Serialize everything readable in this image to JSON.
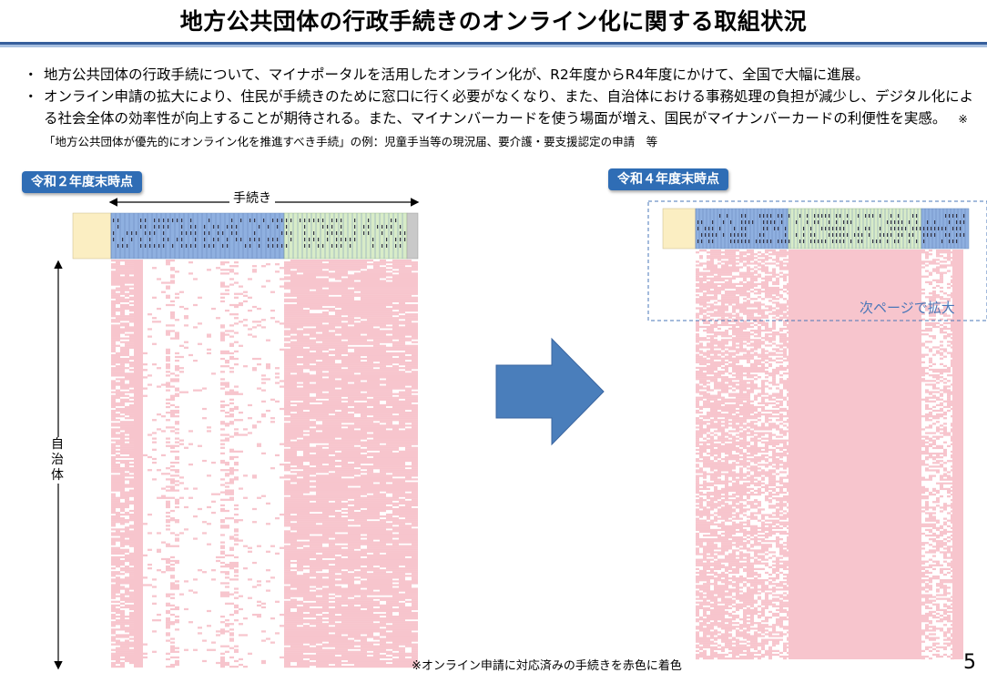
{
  "page": {
    "title": "地方公共団体の行政手続きのオンライン化に関する取組状況",
    "bullets": [
      {
        "marker": "・",
        "text": "地方公共団体の行政手続について、マイナポータルを活用したオンライン化が、R2年度からR4年度にかけて、全国で大幅に進展。"
      },
      {
        "marker": "・",
        "text": "オンライン申請の拡大により、住民が手続きのために窓口に行く必要がなくなり、また、自治体における事務処理の負担が減少し、デジタル化による社会全体の効率性が向上することが期待される。また、マイナンバーカードを使う場面が増え、国民がマイナンバーカードの利便性を実感。",
        "note": "※「地方公共団体が優先的にオンライン化を推進すべき手続」の例：児童手当等の現況届、要介護・要支援認定の申請　等"
      }
    ],
    "left_badge": "令和２年度末時点",
    "right_badge": "令和４年度末時点",
    "axis_procedures": "手続き",
    "axis_municipalities": "自治体",
    "zoom_note": "次ページで拡大",
    "footnote": "※オンライン申請に対応済みの手続きを赤色に着色",
    "page_number": "5"
  },
  "colors": {
    "online": "#f7c5cd",
    "header_blue": "#8fb0e0",
    "header_green": "#d8ecc8",
    "header_yellow": "#fbeec2",
    "arrow": "#4a7ebb",
    "title_rule": "#365f9c",
    "badge": "#2f6db5"
  }
}
